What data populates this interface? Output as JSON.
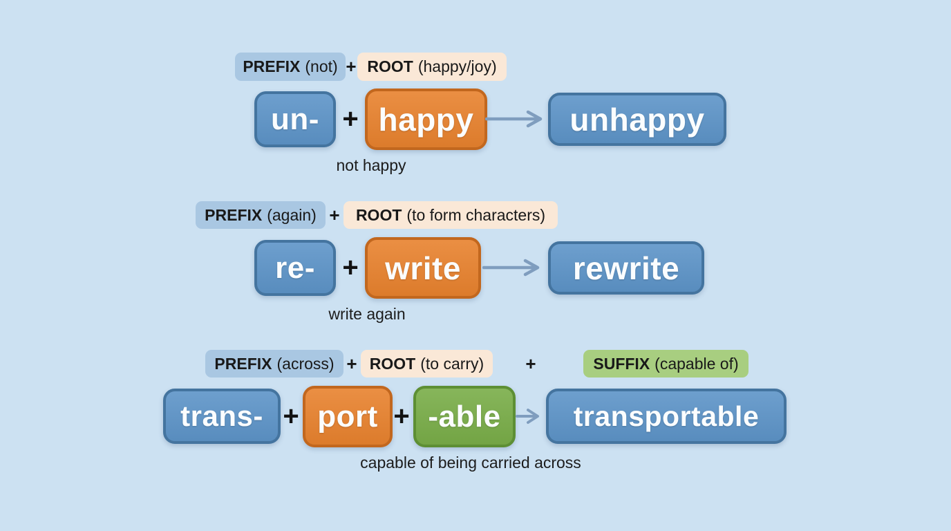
{
  "palette": {
    "background": "#cce1f2",
    "blue_box": "#5d94c8",
    "blue_box_border": "#44749f",
    "orange_box": "#e8822e",
    "orange_box_border": "#c2671e",
    "green_box": "#79ad48",
    "green_box_border": "#5d8f34",
    "prefix_badge": "#a9c7e2",
    "root_badge": "#fae8d7",
    "suffix_badge": "#a8ce80",
    "arrow": "#7f9dbe",
    "box_text": "#fbfdfe",
    "label_text": "#191919",
    "caption_text": "#1c1c1c"
  },
  "plus": "+",
  "rows": [
    {
      "labels": [
        {
          "term": "PREFIX",
          "gloss": "(not)"
        },
        {
          "term": "ROOT",
          "gloss": "(happy/joy)"
        }
      ],
      "parts": [
        {
          "text": "un-"
        },
        {
          "text": "happy"
        }
      ],
      "result": "unhappy",
      "caption": "not happy"
    },
    {
      "labels": [
        {
          "term": "PREFIX",
          "gloss": "(again)"
        },
        {
          "term": "ROOT",
          "gloss": "(to form characters)"
        }
      ],
      "parts": [
        {
          "text": "re-"
        },
        {
          "text": "write"
        }
      ],
      "result": "rewrite",
      "caption": "write again"
    },
    {
      "labels": [
        {
          "term": "PREFIX",
          "gloss": "(across)"
        },
        {
          "term": "ROOT",
          "gloss": "(to carry)"
        },
        {
          "term": "SUFFIX",
          "gloss": "(capable of)"
        }
      ],
      "parts": [
        {
          "text": "trans-"
        },
        {
          "text": "port"
        },
        {
          "text": "-able"
        }
      ],
      "result": "transportable",
      "caption": "capable of being carried across"
    }
  ]
}
